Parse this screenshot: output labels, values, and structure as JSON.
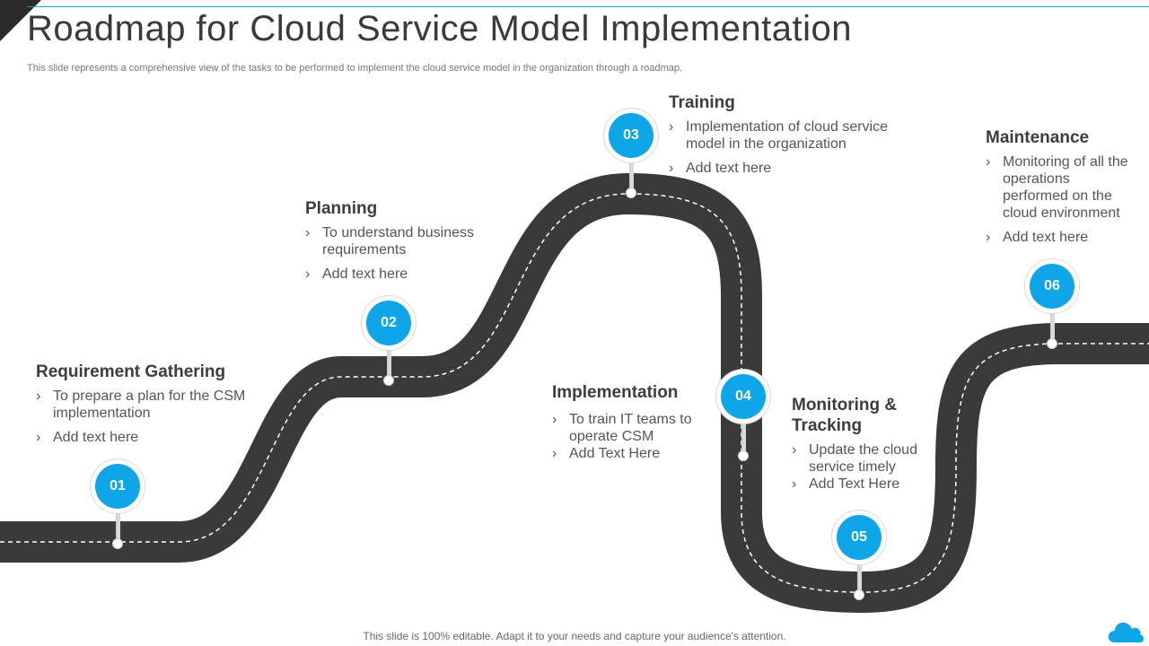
{
  "title": "Roadmap for Cloud Service Model Implementation",
  "subtitle": "This slide represents a comprehensive view of the tasks to be performed to implement the cloud service model in the organization through a roadmap.",
  "footer": "This slide is 100% editable. Adapt it to your needs and capture your audience's attention.",
  "colors": {
    "accent": "#0ea5e9",
    "road": "#3a3a3a",
    "text": "#555555"
  },
  "stages": [
    {
      "number": "01",
      "heading": "Requirement Gathering",
      "bullets": [
        "To prepare a plan for the CSM implementation",
        "Add text here"
      ]
    },
    {
      "number": "02",
      "heading": "Planning",
      "bullets": [
        "To understand business requirements",
        "Add text here"
      ]
    },
    {
      "number": "03",
      "heading": "Training",
      "bullets": [
        "Implementation of cloud service model in the organization",
        "Add text here"
      ]
    },
    {
      "number": "04",
      "heading": "Implementation",
      "bullets": [
        "To train IT teams to operate CSM",
        "Add Text Here"
      ]
    },
    {
      "number": "05",
      "heading": "Monitoring & Tracking",
      "bullets": [
        "Update the cloud service timely",
        "Add Text Here"
      ]
    },
    {
      "number": "06",
      "heading": "Maintenance",
      "bullets": [
        "Monitoring of all the operations performed on the cloud environment",
        "Add text here"
      ]
    }
  ],
  "icons": {
    "logo": "cloud-icon"
  }
}
